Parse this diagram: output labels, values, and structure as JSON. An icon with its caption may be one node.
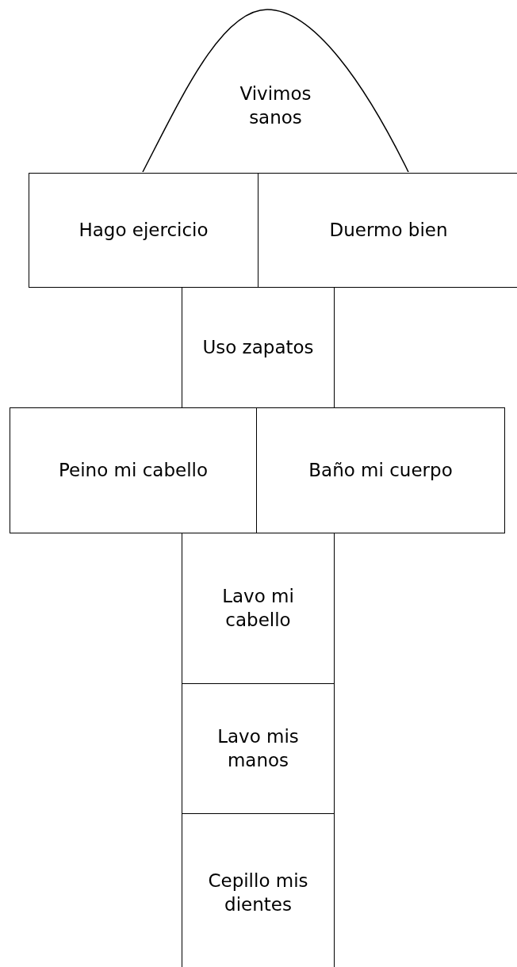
{
  "diagram": {
    "nodes": [
      {
        "text": [
          "Vivimos sanos"
        ]
      },
      {
        "text": [
          "Hago ejercicio"
        ]
      },
      {
        "text": [
          "Duermo bien"
        ]
      },
      {
        "text": [
          "Uso zapatos"
        ]
      },
      {
        "text": [
          "Peino mi cabello"
        ]
      },
      {
        "text": [
          "Baño mi cuerpo"
        ]
      },
      {
        "text": [
          "Lavo mi cabello"
        ]
      },
      {
        "text": [
          "Lavo mis manos"
        ]
      },
      {
        "text": [
          "Cepillo mis dientes"
        ]
      }
    ]
  }
}
